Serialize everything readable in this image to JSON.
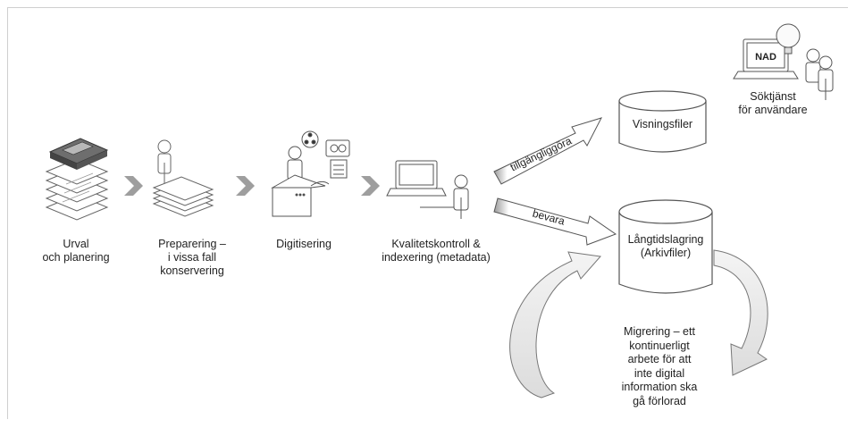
{
  "steps": {
    "urval": "Urval\noch planering",
    "preparering": "Preparering –\ni vissa fall\nkonservering",
    "digitisering": "Digitisering",
    "kvalitet": "Kvalitetskontroll &\nindexering (metadata)"
  },
  "arrows": {
    "tillgangliggora": "tillgängliggöra",
    "bevara": "bevara"
  },
  "storage": {
    "visningsfiler": "Visningsfiler",
    "langtid": "Långtidslagring\n(Arkivfiler)"
  },
  "service": {
    "nad": "NAD",
    "soktjanst": "Söktjänst\nför användare"
  },
  "migration": "Migrering  – ett\nkontinuerligt\narbete för att\ninte digital\ninformation ska\ngå förlorad"
}
